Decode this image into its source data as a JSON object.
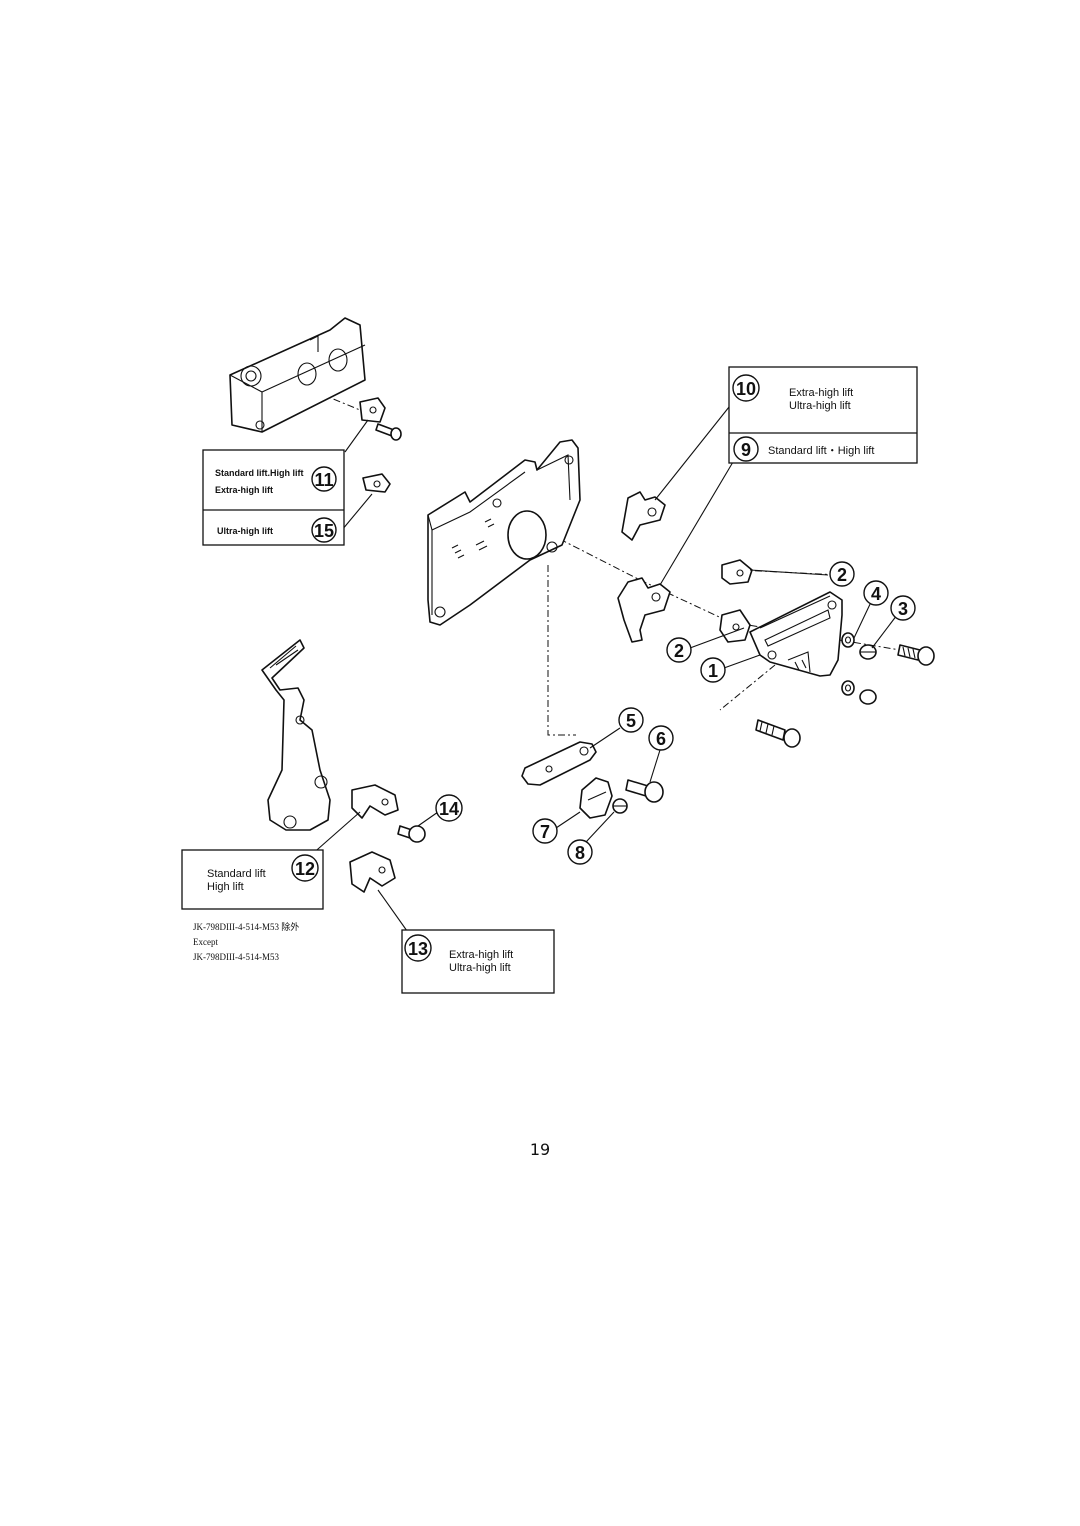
{
  "labels": {
    "box_10": {
      "number": "10",
      "lines": [
        "Extra-high lift",
        "Ultra-high lift"
      ]
    },
    "box_9": {
      "number": "9",
      "text": "Standard lift・High lift"
    },
    "box_11": {
      "number": "11",
      "lines": [
        "Standard lift.High lift",
        "Extra-high lift"
      ]
    },
    "box_15": {
      "number": "15",
      "text": "Ultra-high lift"
    },
    "box_12": {
      "number": "12",
      "lines": [
        "Standard lift",
        "High lift"
      ]
    },
    "box_13": {
      "number": "13",
      "lines": [
        "Extra-high lift",
        "Ultra-high lift"
      ]
    }
  },
  "callouts": {
    "c1": "1",
    "c2a": "2",
    "c2b": "2",
    "c3": "3",
    "c4": "4",
    "c5": "5",
    "c6": "6",
    "c7": "7",
    "c8": "8",
    "c14": "14"
  },
  "note": {
    "line1": "JK-798DIII-4-514-M53 除外",
    "line2": "Except",
    "line3": "JK-798DIII-4-514-M53"
  },
  "page_number": "19"
}
